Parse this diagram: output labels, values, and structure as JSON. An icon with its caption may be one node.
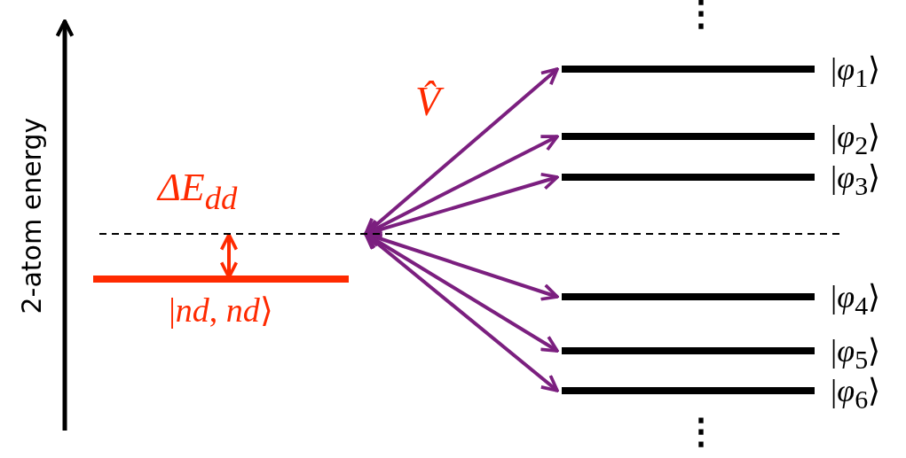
{
  "diagram": {
    "nodes": [
      {
        "text": [
          "|*nd*, *nd*⟩"
        ]
      },
      {
        "text": [],
        "shape": "line"
      },
      {
        "text": [
          "|*φ*$_{1}$⟩"
        ]
      },
      {
        "text": [
          "|*φ*$_{2}$⟩"
        ]
      },
      {
        "text": [
          "|*φ*$_{3}$⟩"
        ]
      },
      {
        "text": [
          "|*φ*$_{4}$⟩"
        ]
      },
      {
        "text": [
          "|*φ*$_{5}$⟩"
        ]
      },
      {
        "text": [
          "|*φ*$_{6}$⟩"
        ]
      }
    ],
    "edges": [
      {
        "from": 1,
        "to": 2,
        "arrow": "both"
      },
      {
        "from": 1,
        "to": 3,
        "arrow": "both"
      },
      {
        "from": 1,
        "to": 4,
        "arrow": "both"
      },
      {
        "from": 1,
        "to": 5,
        "arrow": "both"
      },
      {
        "from": 1,
        "to": 6,
        "arrow": "both"
      },
      {
        "from": 1,
        "to": 7,
        "arrow": "both"
      },
      {
        "from": 1,
        "to": 0,
        "arrow": "both",
        "color": "#ff2a00"
      }
    ],
    "labels": [
      "2-atom energy",
      "⋮",
      "V̂",
      "ΔE$_{dd}$",
      "⋮"
    ]
  }
}
